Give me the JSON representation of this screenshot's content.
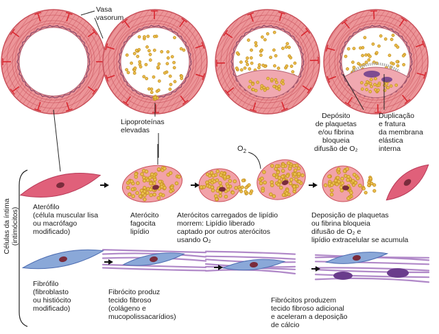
{
  "labels": {
    "vasa_vasorum": "Vasa\nvasorum",
    "lipoproteinas": "Lipoproteínas\nelevadas",
    "deposito": "Depósito\nde plaquetas\ne/ou fibrina\nbloqueia\ndifusão de O₂",
    "duplicacao": "Duplicação\ne fratura\nda membrana\nelástica\ninterna",
    "o2_base": "O",
    "o2_sub": "2",
    "celulas_intima": "Células da íntima\n(intimócitos)",
    "aterofilo": "Aterófilo\n(célula muscular lisa\nou macrófago\nmodificado)",
    "aterocito": "Aterócito\nfagocita\nlipídio",
    "aterocitos_carregados": "Aterócitos carregados de lipídio\nmorrem: Lipídio liberado\ncaptado por outros aterócitos\nusando O₂",
    "deposicao": "Deposição de plaquetas\nou fibrina bloqueia\ndifusão de O₂ e\nlipídio extracelular se acumula",
    "fibrofilo": "Fibrófilo\n(fibroblasto\nou histiócito\nmodificado)",
    "fibrocito": "Fibrócito produz\ntecido fibroso\n(colágeno e\nmucopolissacarídios)",
    "fibrocitos": "Fibrócitos produzem\ntecido fibroso adicional\ne aceleram a deposição\nde cálcio"
  },
  "colors": {
    "vessel_wall": "#e9868a",
    "vessel_stripe": "#c9505a",
    "vasa": "#d8262e",
    "lipid": "#e8b23a",
    "smooth_muscle": "#e0607a",
    "fibroblast": "#8aa8d8",
    "fiber": "#b088c8",
    "calcium": "#6a3c8c",
    "nucleus": "#7a2c3c"
  }
}
